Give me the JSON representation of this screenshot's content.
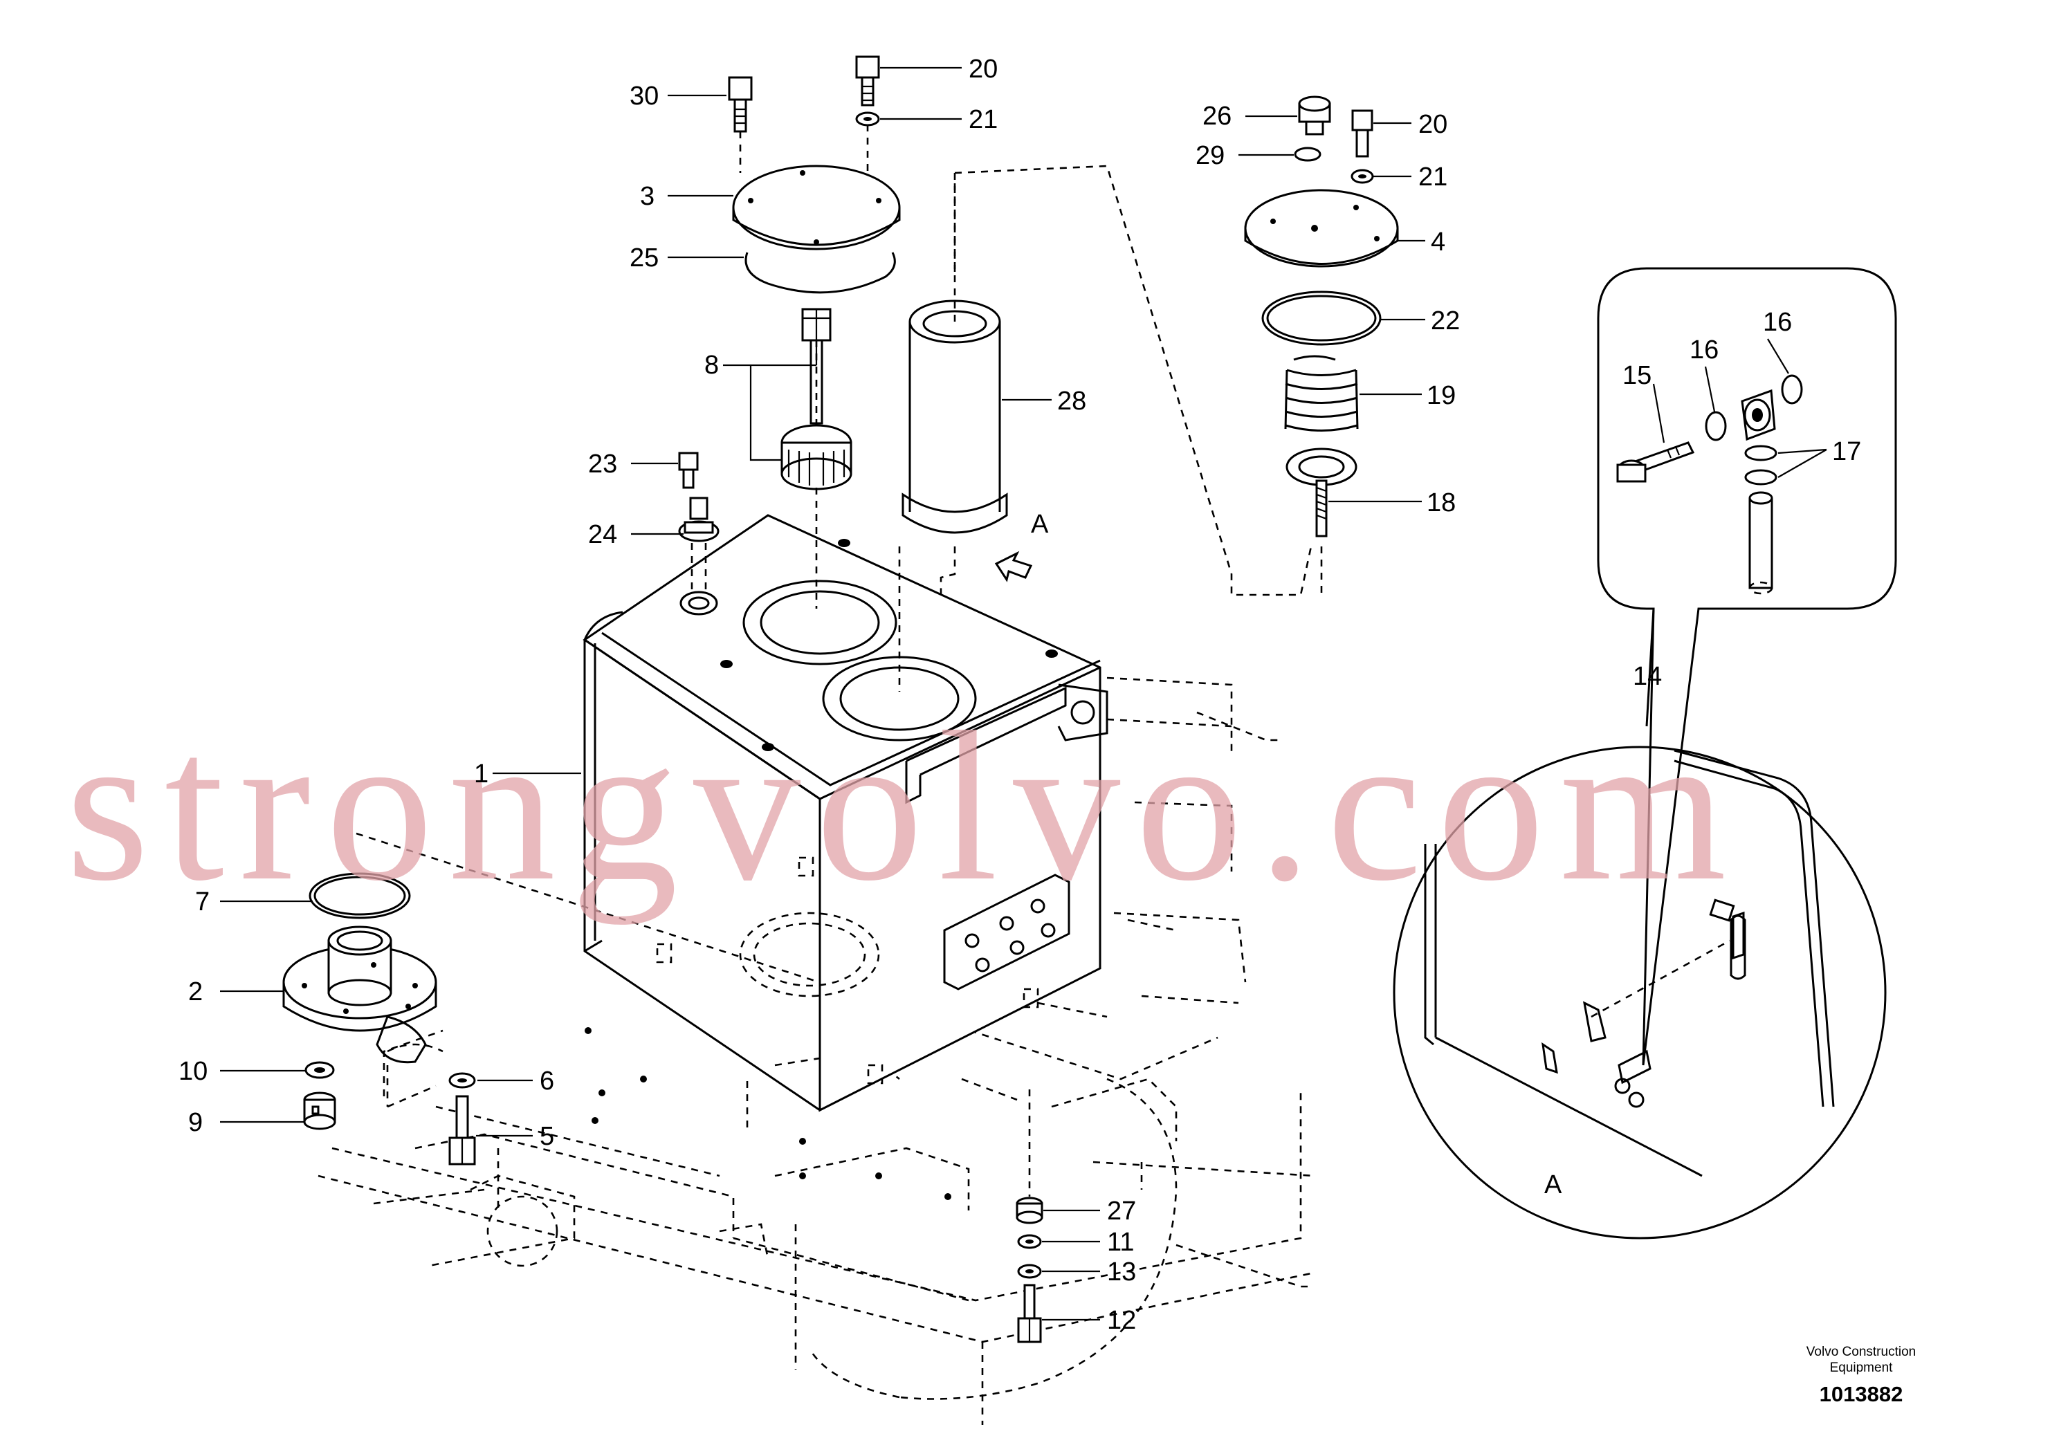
{
  "callouts": [
    {
      "id": "30",
      "label": "30"
    },
    {
      "id": "20a",
      "label": "20"
    },
    {
      "id": "21a",
      "label": "21"
    },
    {
      "id": "3",
      "label": "3"
    },
    {
      "id": "25",
      "label": "25"
    },
    {
      "id": "8",
      "label": "8"
    },
    {
      "id": "28",
      "label": "28"
    },
    {
      "id": "23",
      "label": "23"
    },
    {
      "id": "24",
      "label": "24"
    },
    {
      "id": "26",
      "label": "26"
    },
    {
      "id": "29",
      "label": "29"
    },
    {
      "id": "20b",
      "label": "20"
    },
    {
      "id": "21b",
      "label": "21"
    },
    {
      "id": "4",
      "label": "4"
    },
    {
      "id": "22",
      "label": "22"
    },
    {
      "id": "19",
      "label": "19"
    },
    {
      "id": "18",
      "label": "18"
    },
    {
      "id": "1",
      "label": "1"
    },
    {
      "id": "7",
      "label": "7"
    },
    {
      "id": "2",
      "label": "2"
    },
    {
      "id": "10",
      "label": "10"
    },
    {
      "id": "9",
      "label": "9"
    },
    {
      "id": "6",
      "label": "6"
    },
    {
      "id": "5",
      "label": "5"
    },
    {
      "id": "27",
      "label": "27"
    },
    {
      "id": "11",
      "label": "11"
    },
    {
      "id": "13",
      "label": "13"
    },
    {
      "id": "12",
      "label": "12"
    },
    {
      "id": "16a",
      "label": "16"
    },
    {
      "id": "16b",
      "label": "16"
    },
    {
      "id": "15",
      "label": "15"
    },
    {
      "id": "17",
      "label": "17"
    },
    {
      "id": "14",
      "label": "14"
    }
  ],
  "view_labels": {
    "arrow_label": "A",
    "detail_label": "A"
  },
  "watermark": "strongvolvo.com",
  "credit": {
    "line1": "Volvo Construction",
    "line2": "Equipment",
    "doc_number": "1013882"
  },
  "colors": {
    "line": "#000000",
    "background": "#ffffff",
    "watermark": "#e2a3a8"
  }
}
